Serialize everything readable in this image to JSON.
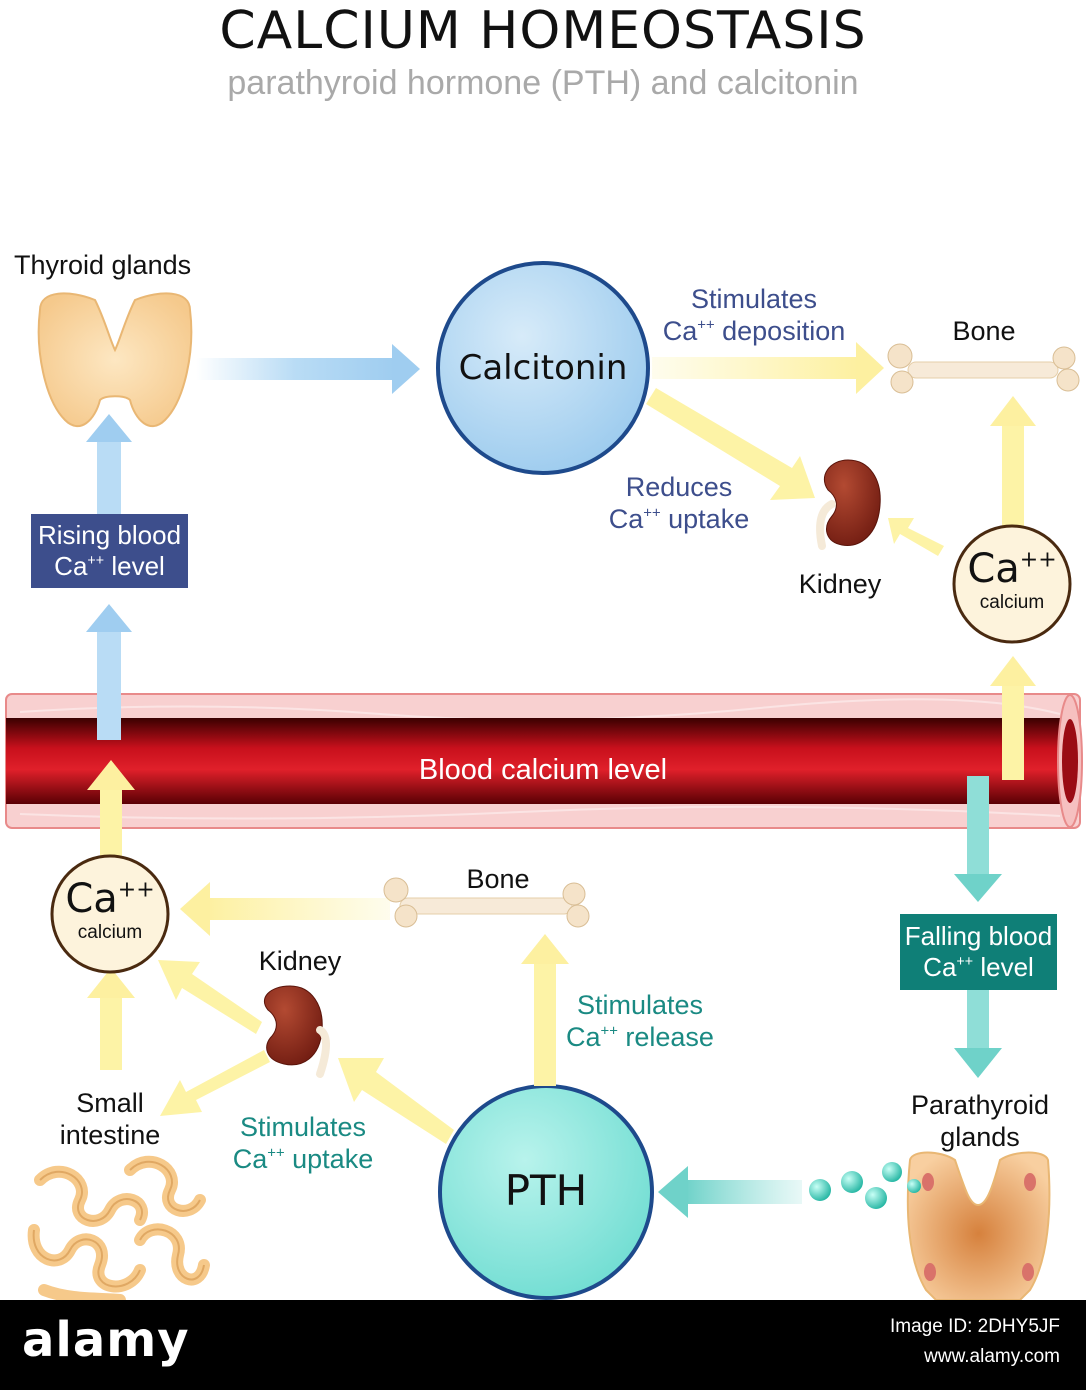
{
  "title": "CALCIUM HOMEOSTASIS",
  "subtitle": "parathyroid hormone (PTH) and calcitonin",
  "nodes": {
    "thyroid_glands": "Thyroid glands",
    "calcitonin": "Calcitonin",
    "bone_top": "Bone",
    "kidney_top": "Kidney",
    "bone_bottom": "Bone",
    "kidney_bottom": "Kidney",
    "small_intestine_line1": "Small",
    "small_intestine_line2": "intestine",
    "parathyroid_line1": "Parathyroid",
    "parathyroid_line2": "glands",
    "pth": "PTH",
    "blood_vessel": "Blood calcium level"
  },
  "calcium_circle": {
    "symbol": "Ca",
    "charge": "++",
    "caption": "calcium"
  },
  "boxes": {
    "rising_line1": "Rising blood",
    "rising_line2_prefix": "Ca",
    "rising_line2_suffix": " level",
    "falling_line1": "Falling blood",
    "falling_line2_prefix": "Ca",
    "falling_line2_suffix": " level"
  },
  "annotations": {
    "stimulates_deposition_line1": "Stimulates",
    "stimulates_deposition_line2_prefix": "Ca",
    "stimulates_deposition_line2_suffix": " deposition",
    "reduces_uptake_line1": "Reduces",
    "reduces_uptake_line2_prefix": "Ca",
    "reduces_uptake_line2_suffix": " uptake",
    "stimulates_release_line1": "Stimulates",
    "stimulates_release_line2_prefix": "Ca",
    "stimulates_release_line2_suffix": " release",
    "stimulates_uptake_line1": "Stimulates",
    "stimulates_uptake_line2_prefix": "Ca",
    "stimulates_uptake_line2_suffix": " uptake",
    "charge": "++"
  },
  "colors": {
    "calcitonin_fill": "#b4d8f2",
    "calcitonin_stroke": "#1e4a8c",
    "pth_fill": "#8be8de",
    "pth_stroke": "#1e4a8c",
    "calcium_fill": "#fdf3dc",
    "blood_red": "#c8101c",
    "vessel_pink": "#f6c7c7",
    "arrow_yellow": "#fdf3a6",
    "arrow_blue": "#b9dcf5",
    "arrow_teal": "#8fded7",
    "kidney": "#8a2518",
    "thyroid": "#f8d7a5"
  },
  "footer": {
    "logo": "alamy",
    "image_id": "Image ID: 2DHY5JF",
    "url": "www.alamy.com"
  }
}
